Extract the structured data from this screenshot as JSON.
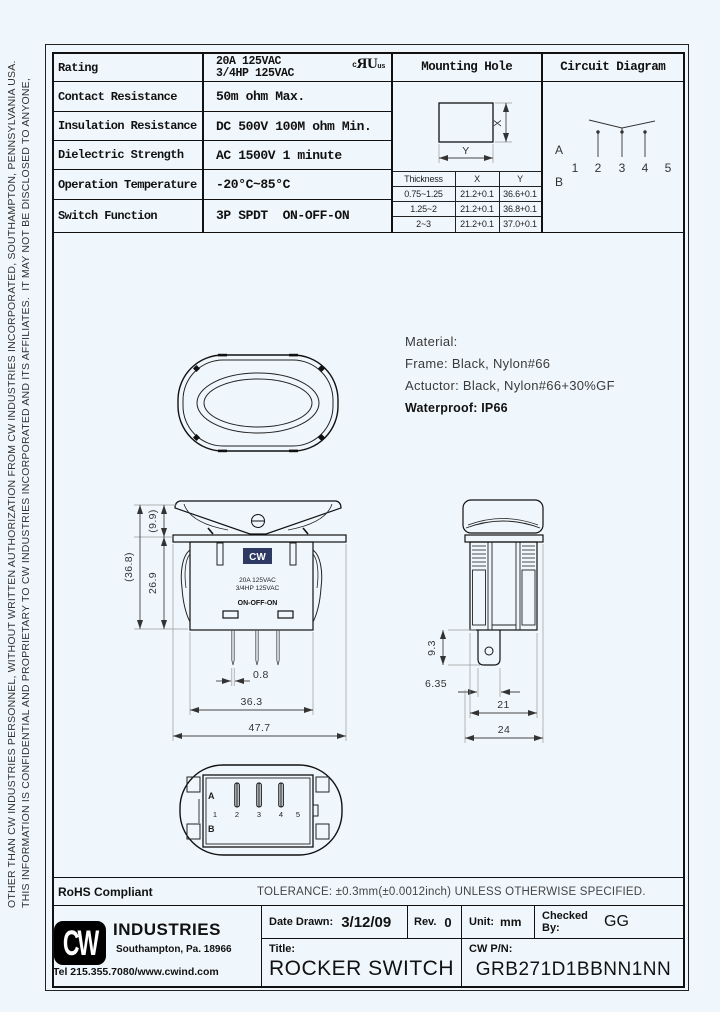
{
  "confidential": {
    "line1": "THIS INFORMATION IS CONFIDENTIAL AND PROPRIETARY TO CW INDUSTRIES INCORPORATED AND ITS AFFILIATES.  IT MAY NOT BE DISCLOSED TO ANYONE,",
    "line2": "OTHER THAN CW INDUSTRIES PERSONNEL, WITHOUT WRITTEN AUTHORIZATION FROM CW INDUSTRIES INCORPORATED, SOUTHAMPTON, PENNSYLVANIA USA."
  },
  "spec_table": {
    "rating_label": "Rating",
    "rating_line1": "20A 125VAC",
    "rating_line2": "3/4HP 125VAC",
    "ul_mark": {
      "c": "c",
      "main": "ЯU",
      "us": "us"
    },
    "rows": [
      {
        "label": "Contact Resistance",
        "value": "50m ohm Max."
      },
      {
        "label": "Insulation Resistance",
        "value": "DC 500V 100M ohm Min."
      },
      {
        "label": "Dielectric Strength",
        "value": "AC 1500V 1 minute"
      },
      {
        "label": "Operation Temperature",
        "value": "-20°C~85°C"
      },
      {
        "label": "Switch Function",
        "value": "3P SPDT  ON-OFF-ON"
      }
    ]
  },
  "mounting_hole": {
    "title": "Mounting Hole",
    "x_label": "X",
    "y_label": "Y",
    "table": {
      "headers": [
        "Thickness",
        "X",
        "Y"
      ],
      "rows": [
        [
          "0.75~1.25",
          "21.2+0.1",
          "36.6+0.1"
        ],
        [
          "1.25~2",
          "21.2+0.1",
          "36.8+0.1"
        ],
        [
          "2~3",
          "21.2+0.1",
          "37.0+0.1"
        ]
      ]
    }
  },
  "circuit": {
    "title": "Circuit Diagram",
    "row_a": "A",
    "row_b": "B",
    "pins": [
      "1",
      "2",
      "3",
      "4",
      "5"
    ]
  },
  "material": {
    "heading": "Material:",
    "frame": "Frame: Black, Nylon#66",
    "actuator": "Actuctor: Black, Nylon#66+30%GF",
    "waterproof": "Waterproof: IP66"
  },
  "drawings": {
    "front": {
      "logo": "CW",
      "marking_line1": "20A 125VAC",
      "marking_line2": "3/4HP 125VAC",
      "marking_line3": "ON-OFF-ON",
      "dim_total_height": "(36.8)",
      "dim_rocker_height": "(9.9)",
      "dim_body_height": "26.9",
      "dim_pin_thickness": "0.8",
      "dim_body_width": "36.3",
      "dim_flange_width": "47.7"
    },
    "side": {
      "dim_terminal_length": "9.3",
      "dim_terminal_width": "6.35",
      "dim_body_depth": "21",
      "dim_flange_depth": "24"
    },
    "bottom": {
      "row_a": "A",
      "row_b": "B",
      "pins": [
        "1",
        "2",
        "3",
        "4",
        "5"
      ]
    }
  },
  "footer": {
    "rohs": "RoHS Compliant",
    "tolerance": "TOLERANCE: ±0.3mm(±0.0012inch) UNLESS OTHERWISE SPECIFIED."
  },
  "title_block": {
    "logo": "CW",
    "company": "INDUSTRIES",
    "address": "Southampton, Pa. 18966",
    "tel": "Tel 215.355.7080/www.cwind.com",
    "date_label": "Date Drawn:",
    "date": "3/12/09",
    "rev_label": "Rev.",
    "rev": "0",
    "unit_label": "Unit:",
    "unit": "mm",
    "checked_label": "Checked By:",
    "checked": "GG",
    "title_label": "Title:",
    "title": "ROCKER SWITCH",
    "pn_label": "CW P/N:",
    "pn": "GRB271D1BBNN1NN"
  },
  "colors": {
    "background": "#f0f7fc",
    "line": "#111111",
    "switch_logo_navy": "#2e3a64"
  }
}
